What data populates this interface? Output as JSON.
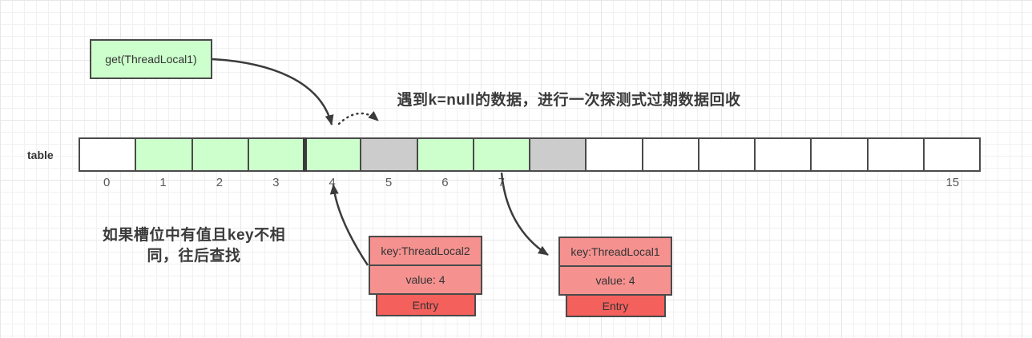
{
  "diagram": {
    "get_box_label": "get(ThreadLocal1)",
    "top_note": "遇到k=null的数据，进行一次探测式过期数据回收",
    "left_note_line1": "如果槽位中有值且key不相",
    "left_note_line2": "同，往后查找",
    "table_label": "table"
  },
  "table": {
    "cells": [
      {
        "index": "0",
        "label": "0",
        "fill": "white"
      },
      {
        "index": "1",
        "label": "1",
        "fill": "green"
      },
      {
        "index": "2",
        "label": "2",
        "fill": "green"
      },
      {
        "index": "3",
        "label": "3",
        "fill": "green"
      },
      {
        "index": "4",
        "label": "4",
        "fill": "green"
      },
      {
        "index": "5",
        "label": "5",
        "fill": "gray"
      },
      {
        "index": "6",
        "label": "6",
        "fill": "green"
      },
      {
        "index": "7",
        "label": "7",
        "fill": "green"
      },
      {
        "index": "8",
        "label": "",
        "fill": "gray"
      },
      {
        "index": "9",
        "label": "",
        "fill": "white"
      },
      {
        "index": "10",
        "label": "",
        "fill": "white"
      },
      {
        "index": "11",
        "label": "",
        "fill": "white"
      },
      {
        "index": "12",
        "label": "",
        "fill": "white"
      },
      {
        "index": "13",
        "label": "",
        "fill": "white"
      },
      {
        "index": "14",
        "label": "",
        "fill": "white"
      },
      {
        "index": "15",
        "label": "15",
        "fill": "white"
      }
    ]
  },
  "entries": [
    {
      "key_label": "key:ThreadLocal2",
      "value_label": "value: 4",
      "tag_label": "Entry"
    },
    {
      "key_label": "key:ThreadLocal1",
      "value_label": "value: 4",
      "tag_label": "Entry"
    }
  ],
  "colors": {
    "slot_white": "#ffffff",
    "slot_green": "#ccffcc",
    "slot_gray": "#cccccc",
    "entry_row": "#f59290",
    "entry_tag": "#f4605c",
    "stroke": "#4a4a4a",
    "arrow": "#3b3b3b"
  }
}
